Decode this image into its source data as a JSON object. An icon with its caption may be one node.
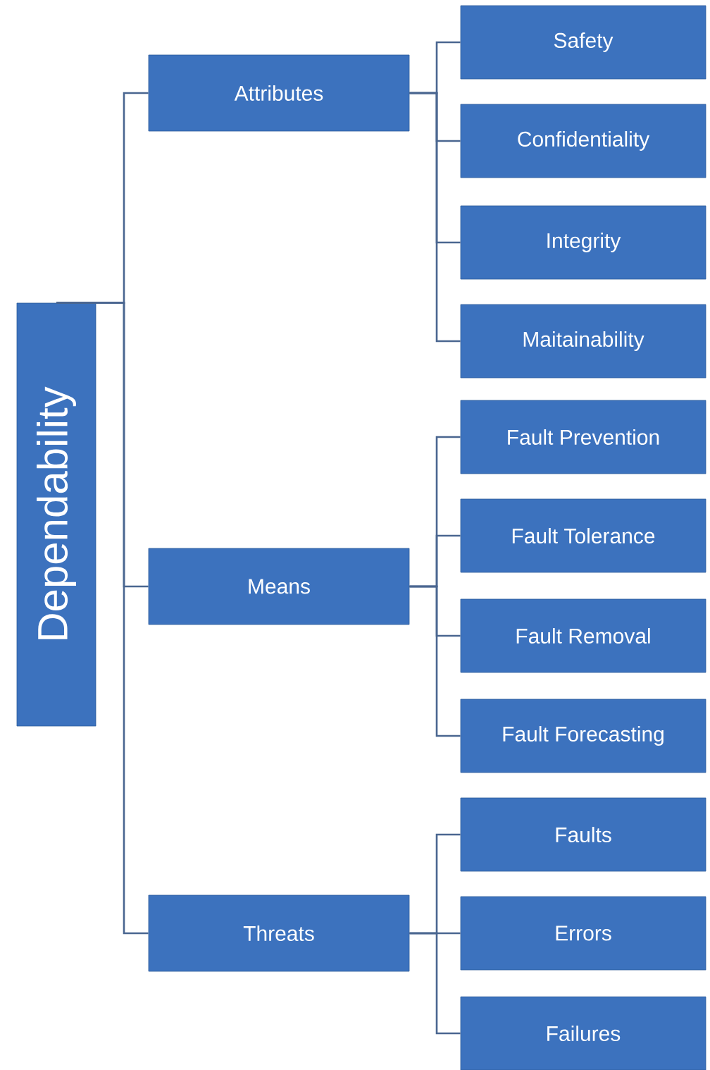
{
  "diagram": {
    "nodes": [
      {
        "text": [
          "Dependability"
        ]
      },
      {
        "text": [
          "Attributes"
        ]
      },
      {
        "text": [
          "Means"
        ]
      },
      {
        "text": [
          "Threats"
        ]
      },
      {
        "text": [
          "Safety"
        ]
      },
      {
        "text": [
          "Confidentiality"
        ]
      },
      {
        "text": [
          "Integrity"
        ]
      },
      {
        "text": [
          "Maitainability"
        ]
      },
      {
        "text": [
          "Fault Prevention"
        ]
      },
      {
        "text": [
          "Fault Tolerance"
        ]
      },
      {
        "text": [
          "Fault Removal"
        ]
      },
      {
        "text": [
          "Fault Forecasting"
        ]
      },
      {
        "text": [
          "Faults"
        ]
      },
      {
        "text": [
          "Errors"
        ]
      },
      {
        "text": [
          "Failures"
        ]
      }
    ],
    "edges": [
      {
        "from": 0,
        "to": 1,
        "arrow": "none"
      },
      {
        "from": 0,
        "to": 2,
        "arrow": "none"
      },
      {
        "from": 0,
        "to": 3,
        "arrow": "none"
      },
      {
        "from": 1,
        "to": 4,
        "arrow": "none"
      },
      {
        "from": 1,
        "to": 5,
        "arrow": "none"
      },
      {
        "from": 1,
        "to": 6,
        "arrow": "none"
      },
      {
        "from": 1,
        "to": 7,
        "arrow": "none"
      },
      {
        "from": 2,
        "to": 8,
        "arrow": "none"
      },
      {
        "from": 2,
        "to": 9,
        "arrow": "none"
      },
      {
        "from": 2,
        "to": 10,
        "arrow": "none"
      },
      {
        "from": 2,
        "to": 11,
        "arrow": "none"
      },
      {
        "from": 3,
        "to": 12,
        "arrow": "none"
      },
      {
        "from": 3,
        "to": 13,
        "arrow": "none"
      },
      {
        "from": 3,
        "to": 14,
        "arrow": "none"
      }
    ]
  }
}
